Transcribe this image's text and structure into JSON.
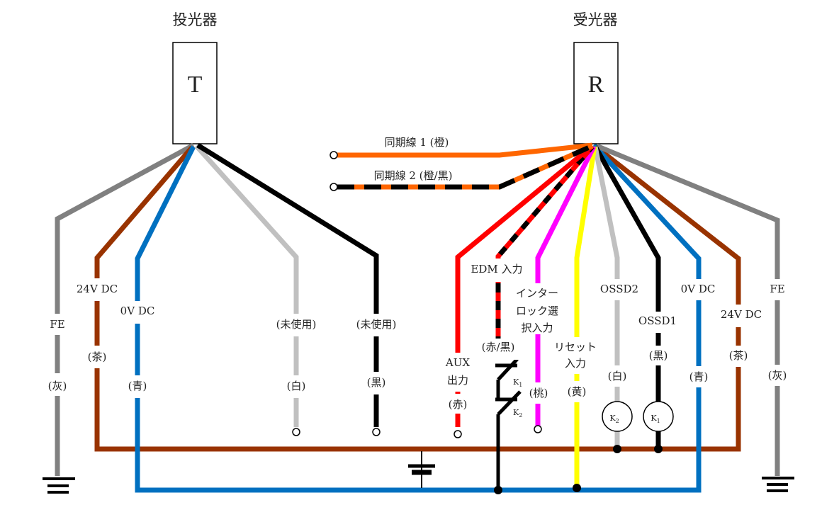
{
  "colors": {
    "gray": "#808080",
    "brown": "#993300",
    "blue": "#0070c0",
    "white_wire": "#c0c0c0",
    "black": "#000000",
    "orange": "#ff6600",
    "red": "#ff0000",
    "pink": "#ff00ff",
    "yellow": "#ffff00"
  },
  "emitter": {
    "title": "投光器",
    "letter": "T",
    "wires": [
      {
        "id": "fe",
        "name": "FE",
        "color_label": "(灰)",
        "color": "gray"
      },
      {
        "id": "24v",
        "name": "24V DC",
        "color_label": "(茶)",
        "color": "brown"
      },
      {
        "id": "0v",
        "name": "0V DC",
        "color_label": "(青)",
        "color": "blue"
      },
      {
        "id": "unused-white",
        "name": "(未使用)",
        "color_label": "(白)",
        "color": "white_wire"
      },
      {
        "id": "unused-black",
        "name": "(未使用)",
        "color_label": "(黒)",
        "color": "black"
      }
    ]
  },
  "receiver": {
    "title": "受光器",
    "letter": "R",
    "sync_lines": [
      {
        "label": "同期線 1 (橙)",
        "colors": [
          "orange"
        ]
      },
      {
        "label": "同期線 2 (橙/黒)",
        "colors": [
          "orange",
          "black"
        ]
      }
    ],
    "wires": [
      {
        "id": "aux",
        "name_lines": [
          "AUX",
          "出力"
        ],
        "color_label": "(赤)",
        "color": "red"
      },
      {
        "id": "edm",
        "name_lines": [
          "EDM 入力"
        ],
        "color_label": "(赤/黒)",
        "color": "red-black"
      },
      {
        "id": "interlock",
        "name_lines": [
          "インター",
          "ロック選",
          "択入力"
        ],
        "color_label": "(桃)",
        "color": "pink"
      },
      {
        "id": "reset",
        "name_lines": [
          "リセット",
          "入力"
        ],
        "color_label": "(黄)",
        "color": "yellow"
      },
      {
        "id": "ossd2",
        "name_lines": [
          "OSSD2"
        ],
        "color_label": "(白)",
        "color": "white_wire"
      },
      {
        "id": "ossd1",
        "name_lines": [
          "OSSD1"
        ],
        "color_label": "(黒)",
        "color": "black"
      },
      {
        "id": "0v",
        "name_lines": [
          "0V DC"
        ],
        "color_label": "(青)",
        "color": "blue"
      },
      {
        "id": "24v",
        "name_lines": [
          "24V DC"
        ],
        "color_label": "(茶)",
        "color": "brown"
      },
      {
        "id": "fe",
        "name_lines": [
          "FE"
        ],
        "color_label": "(灰)",
        "color": "gray"
      }
    ]
  },
  "components": {
    "relay_k1": "K",
    "relay_k1_sub": "1",
    "relay_k2": "K",
    "relay_k2_sub": "2",
    "contact_k1": "K",
    "contact_k1_sub": "1",
    "contact_k2": "K",
    "contact_k2_sub": "2"
  }
}
